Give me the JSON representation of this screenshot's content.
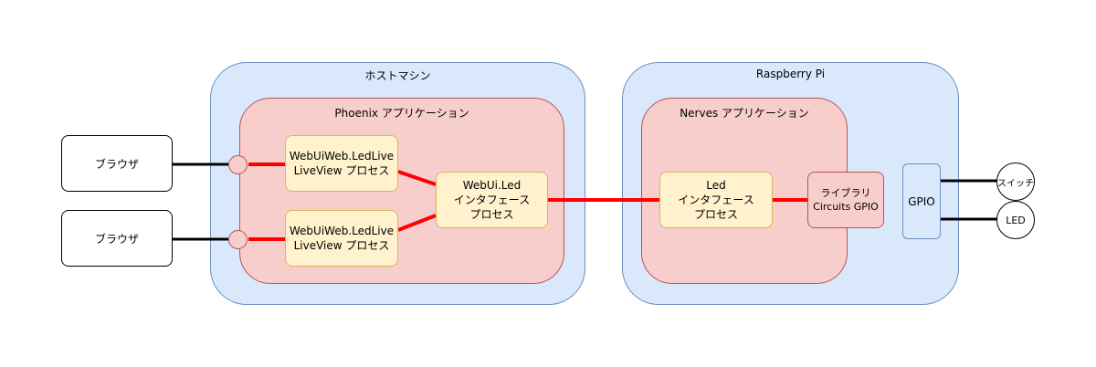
{
  "host": {
    "title": "ホストマシン"
  },
  "phoenix": {
    "title": "Phoenix アプリケーション"
  },
  "browsers": [
    "ブラウザ",
    "ブラウザ"
  ],
  "liveview": [
    "WebUiWeb.LedLive\nLiveView プロセス",
    "WebUiWeb.LedLive\nLiveView プロセス"
  ],
  "webui_led": "WebUi.Led\nインタフェース\nプロセス",
  "rpi": {
    "title": "Raspberry Pi"
  },
  "nerves": {
    "title": "Nerves アプリケーション"
  },
  "led_proc": "Led\nインタフェース\nプロセス",
  "library": "ライブラリ\nCircuits GPIO",
  "gpio": "GPIO",
  "devices": {
    "switch": "スイッチ",
    "led": "LED"
  },
  "colors": {
    "wire_red": "#ff0000",
    "wire_black": "#000000"
  }
}
